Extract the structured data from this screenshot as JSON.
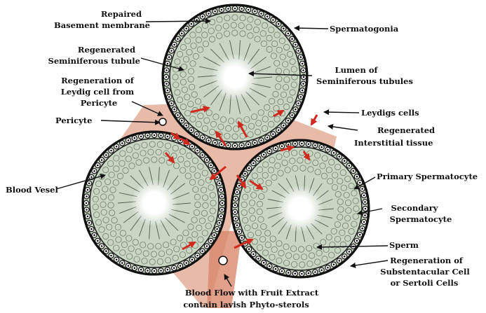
{
  "figure": {
    "labels": {
      "repaired_basement_membrane": [
        "Repaired",
        "Basement membrane"
      ],
      "regenerated_seminiferous_tubule": [
        "Regenerated",
        "Seminiferous tubule"
      ],
      "regeneration_leydig": [
        "Regeneration of",
        "Leydig cell from",
        "Pericyte"
      ],
      "pericyte": [
        "Pericyte"
      ],
      "blood_vesel": [
        "Blood Vesel"
      ],
      "spermatogonia": [
        "Spermatogonia"
      ],
      "lumen": [
        "Lumen of",
        "Seminiferous tubules"
      ],
      "leydigs_cells": [
        "Leydigs cells"
      ],
      "regenerated_interstitial": [
        "Regenerated",
        "Interstitial tissue"
      ],
      "primary_spermatocyte": [
        "Primary Spermatocyte"
      ],
      "secondary_spermatocyte": [
        "Secondary",
        "Spermatocyte"
      ],
      "sperm": [
        "Sperm"
      ],
      "regeneration_sertoli": [
        "Regeneration of",
        "Substentacular Cell",
        "or Sertoli Cells"
      ],
      "blood_flow": [
        "Blood Flow with Fruit Extract",
        "contain lavish Phyto-sterols"
      ]
    },
    "colors": {
      "tubule_fill": "#c9d6c4",
      "interstitial": "#e0a48c",
      "arrow_red": "#d02a1e",
      "outline": "#111111"
    }
  }
}
